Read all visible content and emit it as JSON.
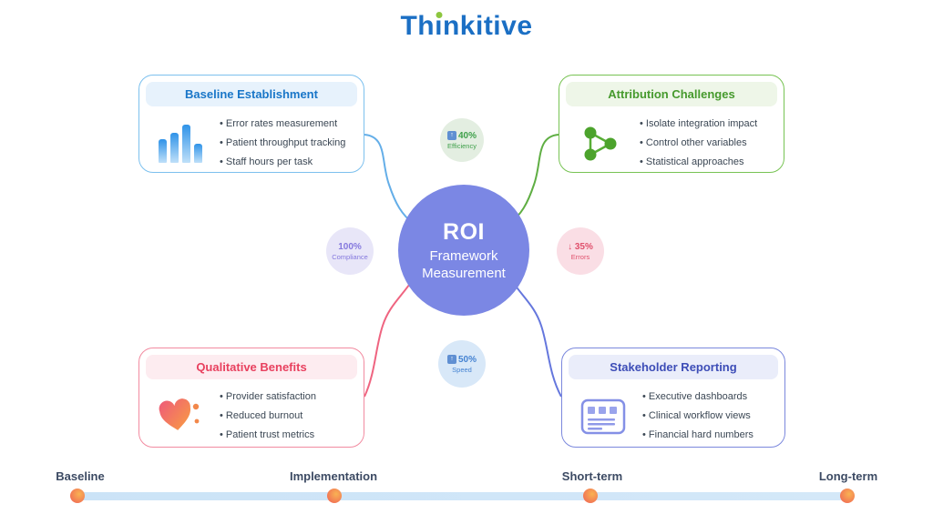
{
  "logo": {
    "pre": "Th",
    "dotless_i": "ı",
    "post": "nkitive"
  },
  "center": {
    "line1": "ROI",
    "line2": "Framework",
    "line3": "Measurement"
  },
  "cards": {
    "baseline": {
      "title": "Baseline Establishment",
      "items": [
        "Error rates measurement",
        "Patient throughput tracking",
        "Staff hours per task"
      ]
    },
    "attribution": {
      "title": "Attribution Challenges",
      "items": [
        "Isolate integration impact",
        "Control other variables",
        "Statistical approaches"
      ]
    },
    "qualitative": {
      "title": "Qualitative Benefits",
      "items": [
        "Provider satisfaction",
        "Reduced burnout",
        "Patient trust metrics"
      ]
    },
    "stakeholder": {
      "title": "Stakeholder Reporting",
      "items": [
        "Executive dashboards",
        "Clinical workflow views",
        "Financial hard numbers"
      ]
    }
  },
  "badges": {
    "efficiency": {
      "value": "40%",
      "label": "Efficiency"
    },
    "compliance": {
      "value": "100%",
      "label": "Compliance"
    },
    "errors": {
      "value": "↓ 35%",
      "label": "Errors"
    },
    "speed": {
      "value": "50%",
      "label": "Speed"
    }
  },
  "timeline": {
    "labels": [
      "Baseline",
      "Implementation",
      "Short-term",
      "Long-term"
    ]
  },
  "colors": {
    "logo_blue": "#1b6fc4",
    "logo_dot_green": "#8dc63f",
    "center_circle": "#7b87e4",
    "card_blue_accent": "#1976c8",
    "card_green_accent": "#469a2d",
    "card_pink_accent": "#e8415f",
    "card_indigo_accent": "#3d4db7",
    "timeline_dot": "#f2784f",
    "timeline_bar": "#cde4f7"
  }
}
